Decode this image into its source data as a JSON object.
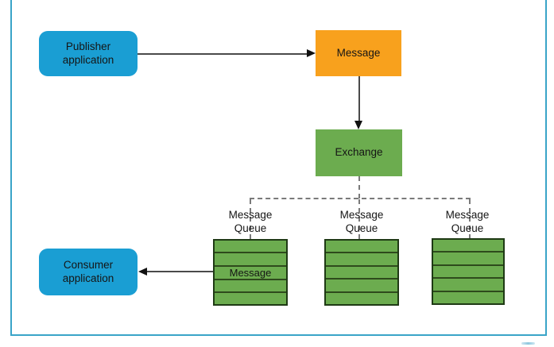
{
  "diagram": {
    "title": "message-broker-architecture",
    "background": "#ffffff"
  },
  "nodes": {
    "publisher": {
      "label": "Publisher\napplication",
      "color": "#1a9ed3",
      "shape": "rounded-rect"
    },
    "message": {
      "label": "Message",
      "color": "#f8a11d",
      "shape": "rect"
    },
    "exchange": {
      "label": "Exchange",
      "color": "#6cac4f",
      "shape": "rect"
    },
    "consumer": {
      "label": "Consumer\napplication",
      "color": "#1a9ed3",
      "shape": "rounded-rect"
    }
  },
  "queues": [
    {
      "label": "Message\nQueue",
      "rows": 5,
      "message_label": "Message",
      "message_row_index": 2
    },
    {
      "label": "Message\nQueue",
      "rows": 5
    },
    {
      "label": "Message\nQueue",
      "rows": 5
    }
  ],
  "edges": [
    {
      "from": "publisher",
      "to": "message",
      "style": "solid-arrow"
    },
    {
      "from": "message",
      "to": "exchange",
      "style": "solid-arrow"
    },
    {
      "from": "exchange",
      "to": "queue-1",
      "style": "dashed"
    },
    {
      "from": "exchange",
      "to": "queue-2",
      "style": "dashed"
    },
    {
      "from": "exchange",
      "to": "queue-3",
      "style": "dashed"
    },
    {
      "from": "queue-1",
      "to": "consumer",
      "style": "solid-arrow"
    }
  ],
  "colors": {
    "app_node": "#1a9ed3",
    "message_node": "#f8a11d",
    "exchange_node": "#6cac4f",
    "queue_fill": "#6cac4f",
    "queue_border": "#1f3a15",
    "queue_divider": "#2e4a1c",
    "frame_border": "#3aa4c8",
    "arrow_line": "#4a4a4a",
    "arrow_head": "#111111",
    "dashed_line": "#7a7a7a",
    "text": "#151515",
    "background": "#ffffff"
  }
}
